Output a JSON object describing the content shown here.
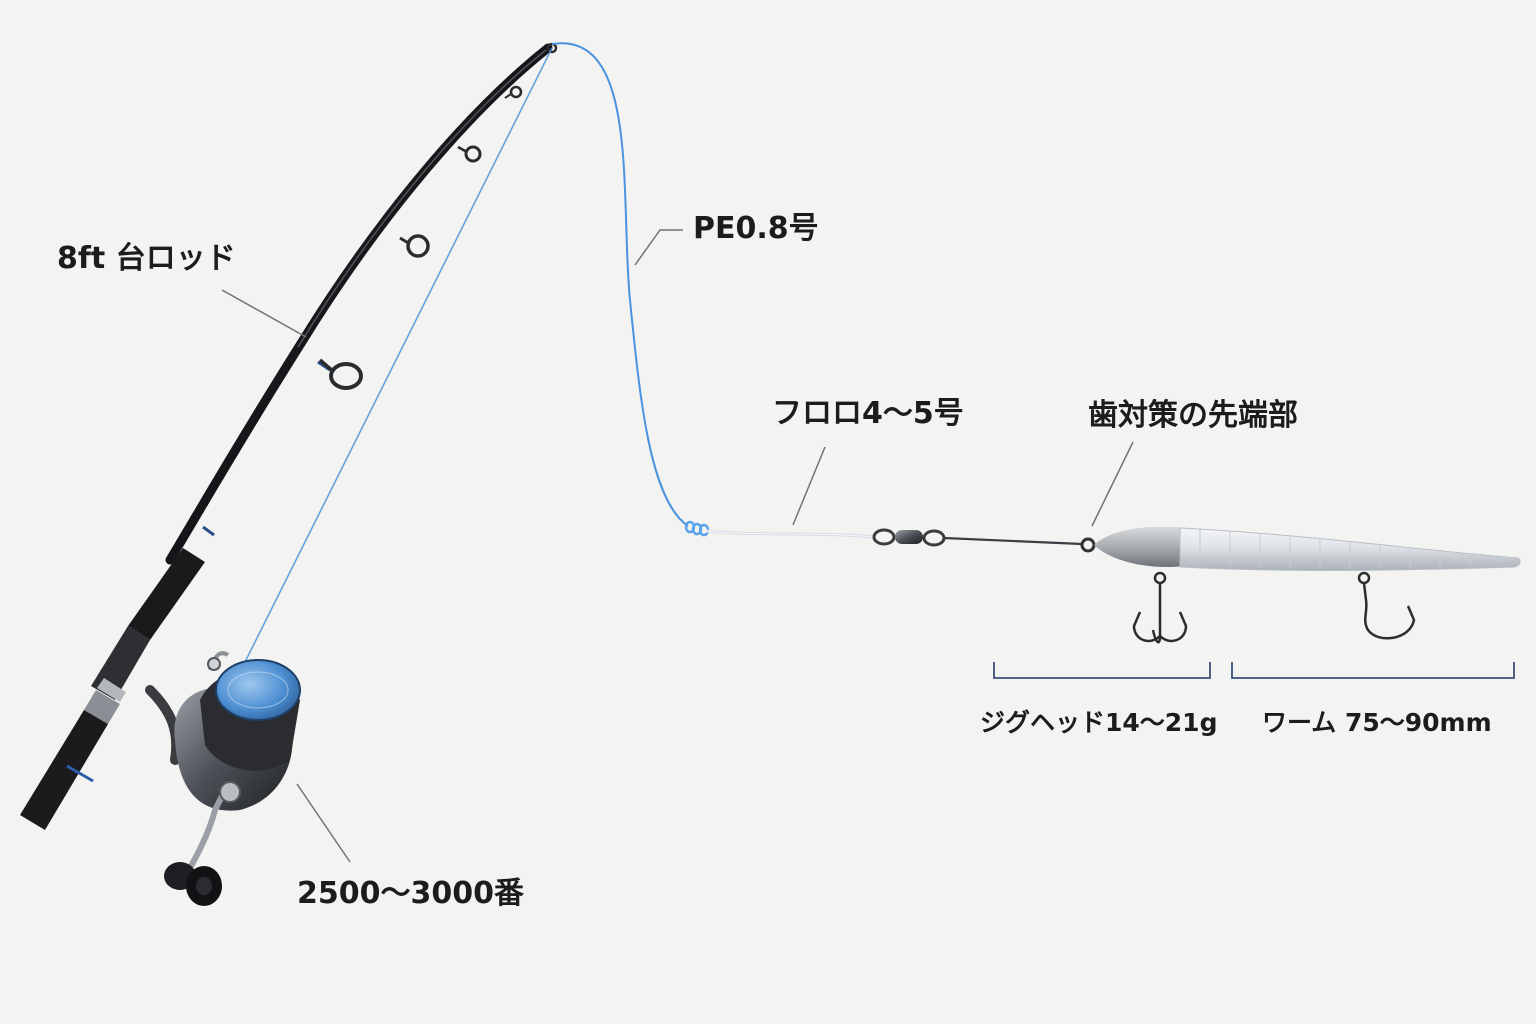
{
  "labels": {
    "rod": "8ft 台ロッド",
    "main_line": "PE0.8号",
    "leader": "フロロ4～5号",
    "tip_guard": "歯対策の先端部",
    "reel": "2500～3000番",
    "jig_head": "ジグヘッド14～21g",
    "worm": "ワーム 75～90mm"
  },
  "colors": {
    "background": "#f3f3f2",
    "pe_line": "#4a93df",
    "bracket": "#3b4f7a",
    "leader_line": "#dfe6ef",
    "rod_blank": "#1b1c1f"
  }
}
